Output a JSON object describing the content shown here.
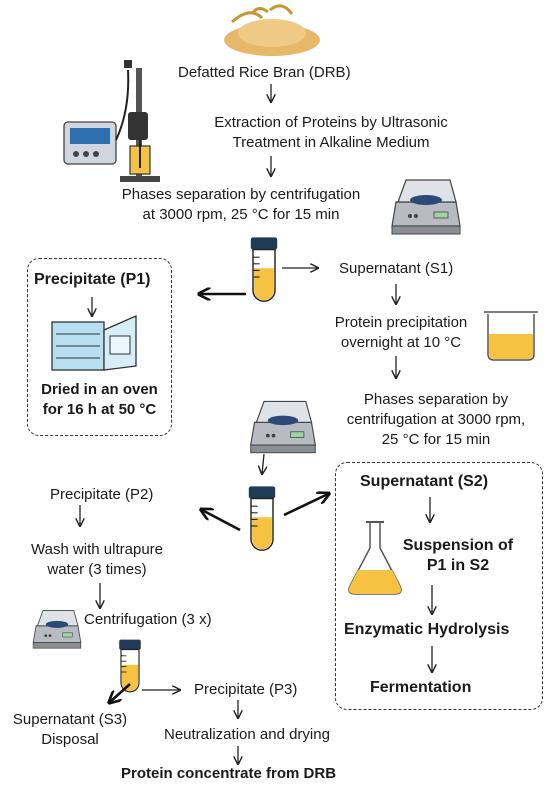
{
  "steps": {
    "drb": "Defatted Rice Bran (DRB)",
    "extraction_1": "Extraction of Proteins by Ultrasonic",
    "extraction_2": "Treatment in Alkaline Medium",
    "sep1_1": "Phases separation by centrifugation",
    "sep1_2": "at 3000 rpm, 25 °C for 15 min",
    "supernatant_s1": "Supernatant (S1)",
    "precip_step_1": "Protein precipitation",
    "precip_step_2": "overnight at 10 °C",
    "sep2_1": "Phases separation by",
    "sep2_2": "centrifugation at 3000 rpm,",
    "sep2_3": "25 °C for 15 min",
    "precipitate_p2": "Precipitate (P2)",
    "wash_1": "Wash with ultrapure",
    "wash_2": "water (3 times)",
    "centrifugation_3x": "Centrifugation (3 x)",
    "precipitate_p3": "Precipitate (P3)",
    "supernatant_s3_1": "Supernatant (S3)",
    "supernatant_s3_2": "Disposal",
    "neutralization": "Neutralization and drying",
    "final": "Protein concentrate from DRB"
  },
  "box_p1": {
    "title": "Precipitate (P1)",
    "dried_1": "Dried in an oven",
    "dried_2": "for 16 h at 50 °C"
  },
  "box_s2": {
    "title": "Supernatant (S2)",
    "suspension_1": "Suspension of",
    "suspension_2": "P1 in S2",
    "hydrolysis": "Enzymatic Hydrolysis",
    "fermentation": "Fermentation"
  },
  "icons": [
    "rice-bran-pile-icon",
    "ultrasonic-probe-icon",
    "centrifuge-icon",
    "test-tube-icon",
    "drying-oven-icon",
    "beaker-icon",
    "erlenmeyer-flask-icon"
  ],
  "colors": {
    "tube_liquid": "#f5c242",
    "tube_cap": "#1f3b57",
    "bran": "#e8b86a",
    "oven": "#8ecae6"
  }
}
